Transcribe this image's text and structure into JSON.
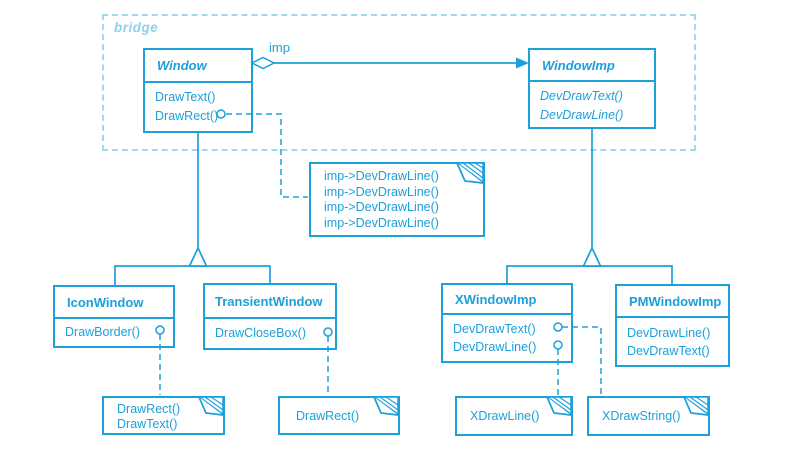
{
  "colors": {
    "accent": "#1BA0DA",
    "frame_dashed": "#9FD8EF",
    "background": "#FFFFFF"
  },
  "frame": {
    "label": "bridge"
  },
  "relations": {
    "aggregation_label": "imp"
  },
  "classes": {
    "window": {
      "name": "Window",
      "methods": {
        "m1": "DrawText()",
        "m2": "DrawRect()"
      }
    },
    "windowimp": {
      "name": "WindowImp",
      "methods": {
        "m1": "DevDrawText()",
        "m2": "DevDrawLine()"
      }
    },
    "iconwindow": {
      "name": "IconWindow",
      "methods": {
        "m1": "DrawBorder()"
      }
    },
    "transientwindow": {
      "name": "TransientWindow",
      "methods": {
        "m1": "DrawCloseBox()"
      }
    },
    "xwindowimp": {
      "name": "XWindowImp",
      "methods": {
        "m1": "DevDrawText()",
        "m2": "DevDrawLine()"
      }
    },
    "pmwindowimp": {
      "name": "PMWindowImp",
      "methods": {
        "m1": "DevDrawLine()",
        "m2": "DevDrawText()"
      }
    }
  },
  "notes": {
    "imp_note": {
      "l1": "imp->DevDrawLine()",
      "l2": "imp->DevDrawLine()",
      "l3": "imp->DevDrawLine()",
      "l4": "imp->DevDrawLine()"
    },
    "iconwindow_note": {
      "l1": "DrawRect()",
      "l2": "DrawText()"
    },
    "transientwindow_note": {
      "l1": "DrawRect()"
    },
    "xdrawline_note": {
      "l1": "XDrawLine()"
    },
    "xdrawstring_note": {
      "l1": "XDrawString()"
    }
  }
}
